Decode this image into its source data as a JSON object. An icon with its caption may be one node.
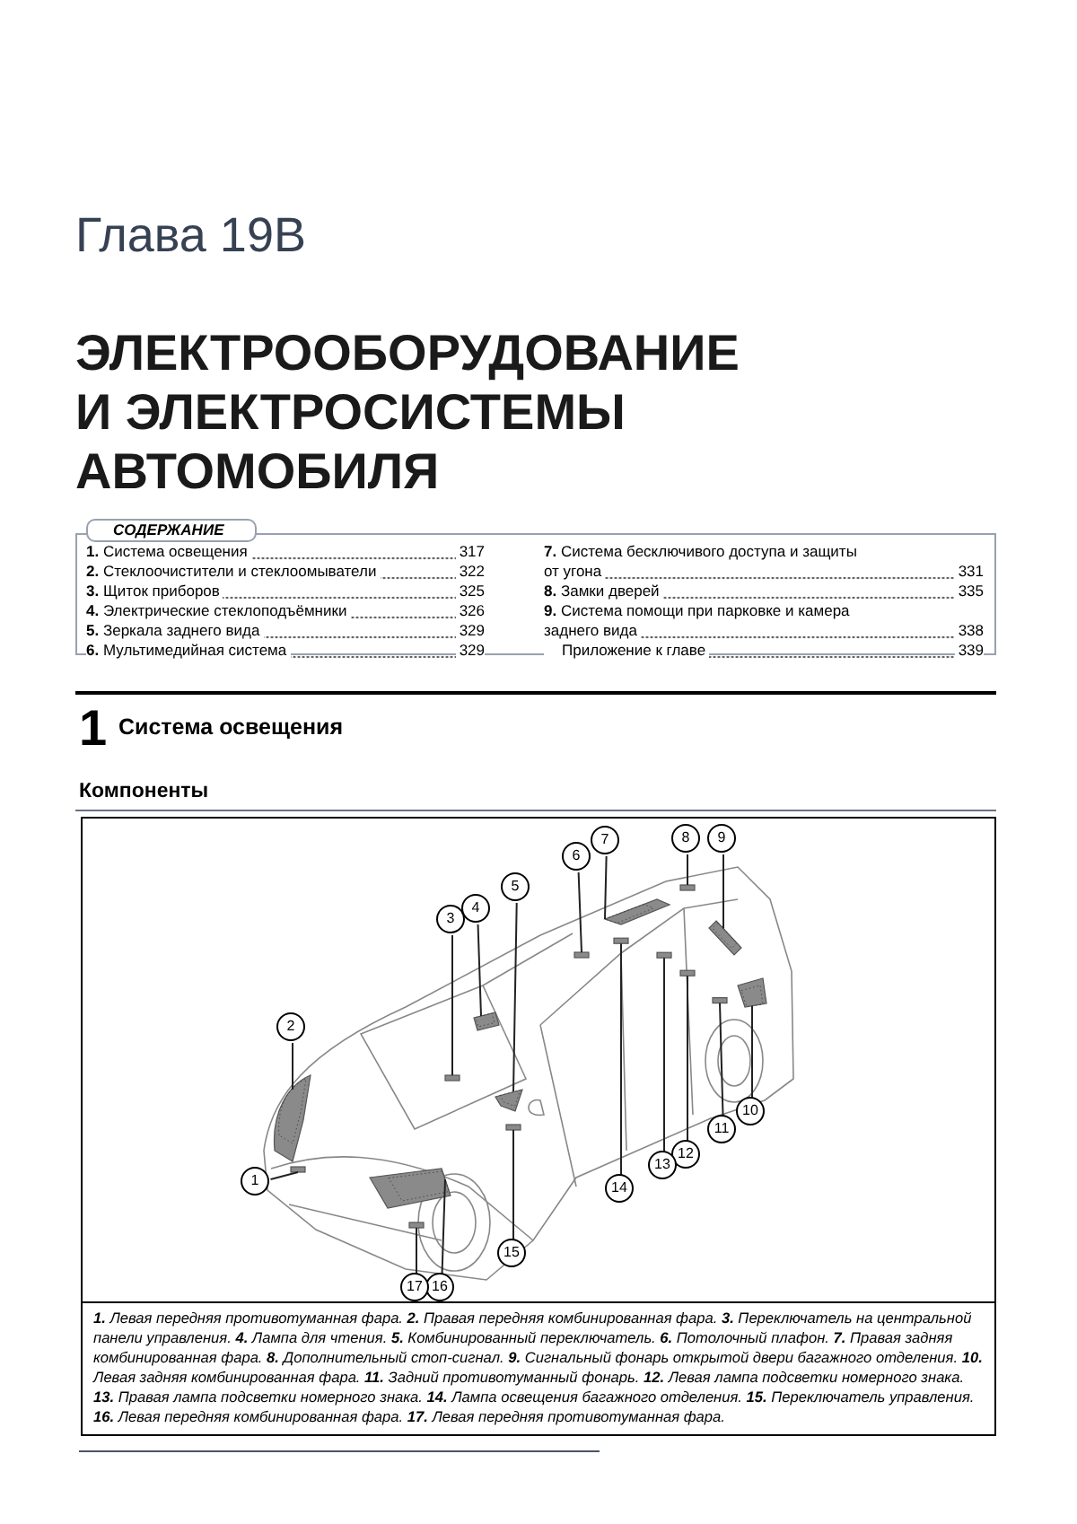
{
  "diagram": {
    "title": "ЭЛЕКТРООБОРУДОВАНИЕ И ЭЛЕКТРОСИСТЕМЫ АВТОМОБИЛЯ",
    "caption": "**1.** Левая передняя противотуманная фара. **2.** Правая передняя комбинированная фара. **3.** Переключатель на центральной панели управления. **4.** Лампа для чтения. **5.** Комбинированный переключатель. **6.** Потолочный плафон. **7.** Правая задняя комбинированная фара. **8.** Дополнительный стоп-сигнал. **9.** Сигнальный фонарь открытой двери багажного отделения. **10.** Левая задняя комбинированная фара. **11.** Задний противотуманный фонарь. **12.** Левая лампа подсветки номерного знака. **13.** Правая лампа подсветки номерного знака. **14.** Лампа освещения багажного отделения. **15.** Переключатель управления. **16.** Левая передняя комбинированная фара. **17.** Левая передняя противотуманная фара.",
    "nodes": [
      {
        "text": [
          "1"
        ]
      },
      {
        "text": [
          "2"
        ]
      },
      {
        "text": [
          "3"
        ]
      },
      {
        "text": [
          "4"
        ]
      },
      {
        "text": [
          "5"
        ]
      },
      {
        "text": [
          "6"
        ]
      },
      {
        "text": [
          "7"
        ]
      },
      {
        "text": [
          "8"
        ]
      },
      {
        "text": [
          "9"
        ]
      },
      {
        "text": [
          "10"
        ]
      },
      {
        "text": [
          "11"
        ]
      },
      {
        "text": [
          "12"
        ]
      },
      {
        "text": [
          "13"
        ]
      },
      {
        "text": [
          "14"
        ]
      },
      {
        "text": [
          "15"
        ]
      },
      {
        "text": [
          "16"
        ]
      },
      {
        "text": [
          "17"
        ]
      },
      {
        "text": [],
        "shape": "box"
      },
      {
        "text": [],
        "shape": "picture"
      },
      {
        "text": [],
        "shape": "box"
      },
      {
        "text": [],
        "shape": "picture"
      },
      {
        "text": [],
        "shape": "picture"
      },
      {
        "text": [],
        "shape": "box"
      },
      {
        "text": [],
        "shape": "picture"
      },
      {
        "text": [],
        "shape": "box"
      },
      {
        "text": [],
        "shape": "picture"
      },
      {
        "text": [],
        "shape": "picture"
      },
      {
        "text": [],
        "shape": "box"
      },
      {
        "text": [],
        "shape": "box"
      },
      {
        "text": [],
        "shape": "box"
      },
      {
        "text": [],
        "shape": "box"
      },
      {
        "text": [],
        "shape": "box"
      },
      {
        "text": [],
        "shape": "picture"
      },
      {
        "text": [],
        "shape": "box"
      }
    ],
    "edges": [
      {
        "from": 0,
        "to": 17,
        "arrow": "none"
      },
      {
        "from": 1,
        "to": 18,
        "arrow": "none"
      },
      {
        "from": 2,
        "to": 19,
        "arrow": "none"
      },
      {
        "from": 3,
        "to": 20,
        "arrow": "none"
      },
      {
        "from": 4,
        "to": 21,
        "arrow": "none"
      },
      {
        "from": 5,
        "to": 22,
        "arrow": "none"
      },
      {
        "from": 6,
        "to": 23,
        "arrow": "none"
      },
      {
        "from": 7,
        "to": 24,
        "arrow": "none"
      },
      {
        "from": 8,
        "to": 25,
        "arrow": "none"
      },
      {
        "from": 9,
        "to": 26,
        "arrow": "none"
      },
      {
        "from": 10,
        "to": 27,
        "arrow": "none"
      },
      {
        "from": 11,
        "to": 28,
        "arrow": "none"
      },
      {
        "from": 12,
        "to": 29,
        "arrow": "none"
      },
      {
        "from": 13,
        "to": 30,
        "arrow": "none"
      },
      {
        "from": 14,
        "to": 31,
        "arrow": "none"
      },
      {
        "from": 15,
        "to": 32,
        "arrow": "none"
      },
      {
        "from": 16,
        "to": 33,
        "arrow": "none"
      }
    ],
    "labels": [
      "Глава 19В",
      "СОДЕРЖАНИЕ",
      "**1.** Система освещения",
      "317",
      "**2.** Стеклоочистители и стеклоомыватели",
      "322",
      "**3.** Щиток приборов",
      "325",
      "**4.** Электрические стеклоподъёмники",
      "326",
      "**5.** Зеркала заднего вида",
      "329",
      "**6.** Мультимедийная система",
      "329",
      "**7.** Система бесключивого доступа и защиты от угона",
      "331",
      "**8.** Замки дверей",
      "335",
      "**9.** Система помощи при парковке и камера заднего вида",
      "338",
      "Приложение к главе",
      "339",
      "1",
      "Система освещения",
      "Компоненты"
    ]
  }
}
